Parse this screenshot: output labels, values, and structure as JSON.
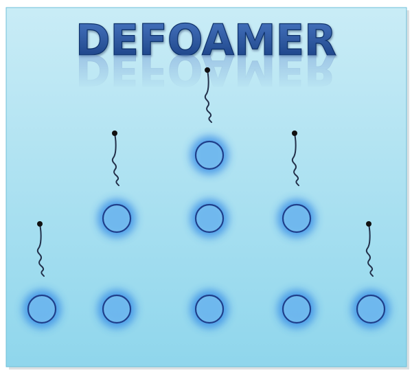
{
  "title": "DEFOAMER",
  "colors": {
    "background_top": "#c9ecf6",
    "background_bottom": "#8fd6ec",
    "panel_border": "#6fbfd8",
    "title_fill_top": "#4a78c4",
    "title_fill_bottom": "#163c7e",
    "bubble_glow": "#2f86e6",
    "bubble_ring": "#1f3f8a",
    "tail_stroke": "#22304a",
    "head_fill": "#111111"
  },
  "bubbles": [
    {
      "row": 0,
      "col": 2
    },
    {
      "row": 1,
      "col": 1
    },
    {
      "row": 1,
      "col": 2
    },
    {
      "row": 1,
      "col": 3
    },
    {
      "row": 2,
      "col": 0
    },
    {
      "row": 2,
      "col": 1
    },
    {
      "row": 2,
      "col": 2
    },
    {
      "row": 2,
      "col": 3
    },
    {
      "row": 2,
      "col": 4
    }
  ],
  "molecules": [
    {
      "above": "bubble-row0-col2"
    },
    {
      "above": "bubble-row1-col1"
    },
    {
      "above": "bubble-row1-col3"
    },
    {
      "above": "bubble-row2-col0"
    },
    {
      "above": "bubble-row2-col4"
    }
  ]
}
